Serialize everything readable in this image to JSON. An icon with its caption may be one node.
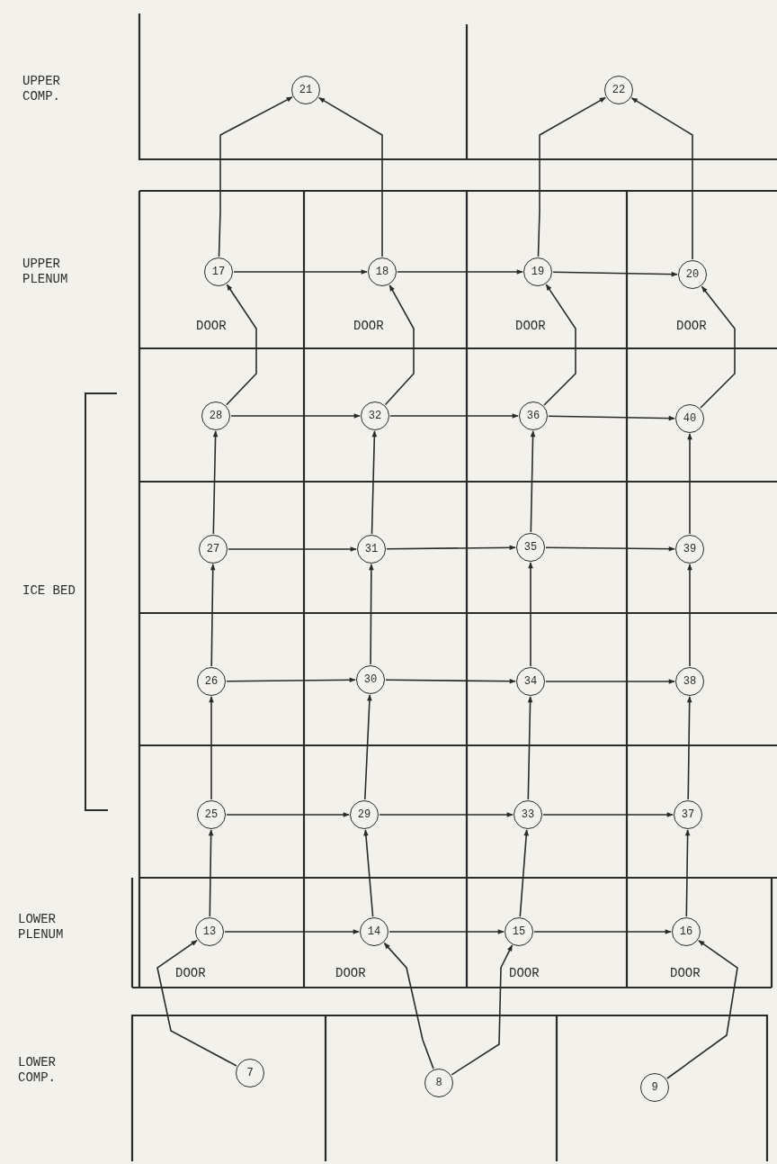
{
  "diagram": {
    "nodes": [
      {
        "text": [
          "21"
        ]
      },
      {
        "text": [
          "22"
        ]
      },
      {
        "text": [
          "17"
        ]
      },
      {
        "text": [
          "18"
        ]
      },
      {
        "text": [
          "19"
        ]
      },
      {
        "text": [
          "20"
        ]
      },
      {
        "text": [
          "28"
        ]
      },
      {
        "text": [
          "32"
        ]
      },
      {
        "text": [
          "36"
        ]
      },
      {
        "text": [
          "40"
        ]
      },
      {
        "text": [
          "27"
        ]
      },
      {
        "text": [
          "31"
        ]
      },
      {
        "text": [
          "35"
        ]
      },
      {
        "text": [
          "39"
        ]
      },
      {
        "text": [
          "26"
        ]
      },
      {
        "text": [
          "30"
        ]
      },
      {
        "text": [
          "34"
        ]
      },
      {
        "text": [
          "38"
        ]
      },
      {
        "text": [
          "25"
        ]
      },
      {
        "text": [
          "29"
        ]
      },
      {
        "text": [
          "33"
        ]
      },
      {
        "text": [
          "37"
        ]
      },
      {
        "text": [
          "13"
        ]
      },
      {
        "text": [
          "14"
        ]
      },
      {
        "text": [
          "15"
        ]
      },
      {
        "text": [
          "16"
        ]
      },
      {
        "text": [
          "7"
        ]
      },
      {
        "text": [
          "8"
        ]
      },
      {
        "text": [
          "9"
        ]
      }
    ],
    "edges": [
      {
        "from": 2,
        "to": 3,
        "arrow": "to"
      },
      {
        "from": 3,
        "to": 4,
        "arrow": "to"
      },
      {
        "from": 4,
        "to": 5,
        "arrow": "to"
      },
      {
        "from": 6,
        "to": 7,
        "arrow": "to"
      },
      {
        "from": 7,
        "to": 8,
        "arrow": "to"
      },
      {
        "from": 8,
        "to": 9,
        "arrow": "to"
      },
      {
        "from": 10,
        "to": 11,
        "arrow": "to"
      },
      {
        "from": 11,
        "to": 12,
        "arrow": "to"
      },
      {
        "from": 12,
        "to": 13,
        "arrow": "to"
      },
      {
        "from": 14,
        "to": 15,
        "arrow": "to"
      },
      {
        "from": 15,
        "to": 16,
        "arrow": "to"
      },
      {
        "from": 16,
        "to": 17,
        "arrow": "to"
      },
      {
        "from": 18,
        "to": 19,
        "arrow": "to"
      },
      {
        "from": 19,
        "to": 20,
        "arrow": "to"
      },
      {
        "from": 20,
        "to": 21,
        "arrow": "to"
      },
      {
        "from": 22,
        "to": 23,
        "arrow": "to"
      },
      {
        "from": 23,
        "to": 24,
        "arrow": "to"
      },
      {
        "from": 24,
        "to": 25,
        "arrow": "to"
      },
      {
        "from": 2,
        "to": 0,
        "arrow": "to"
      },
      {
        "from": 3,
        "to": 0,
        "arrow": "to"
      },
      {
        "from": 4,
        "to": 1,
        "arrow": "to"
      },
      {
        "from": 5,
        "to": 1,
        "arrow": "to"
      },
      {
        "from": 6,
        "to": 2,
        "arrow": "to"
      },
      {
        "from": 7,
        "to": 3,
        "arrow": "to"
      },
      {
        "from": 8,
        "to": 4,
        "arrow": "to"
      },
      {
        "from": 9,
        "to": 5,
        "arrow": "to"
      },
      {
        "from": 10,
        "to": 6,
        "arrow": "to"
      },
      {
        "from": 11,
        "to": 7,
        "arrow": "to"
      },
      {
        "from": 12,
        "to": 8,
        "arrow": "to"
      },
      {
        "from": 13,
        "to": 9,
        "arrow": "to"
      },
      {
        "from": 14,
        "to": 10,
        "arrow": "to"
      },
      {
        "from": 15,
        "to": 11,
        "arrow": "to"
      },
      {
        "from": 16,
        "to": 12,
        "arrow": "to"
      },
      {
        "from": 17,
        "to": 13,
        "arrow": "to"
      },
      {
        "from": 18,
        "to": 14,
        "arrow": "to"
      },
      {
        "from": 19,
        "to": 15,
        "arrow": "to"
      },
      {
        "from": 20,
        "to": 16,
        "arrow": "to"
      },
      {
        "from": 21,
        "to": 17,
        "arrow": "to"
      },
      {
        "from": 22,
        "to": 18,
        "arrow": "to"
      },
      {
        "from": 23,
        "to": 19,
        "arrow": "to"
      },
      {
        "from": 24,
        "to": 20,
        "arrow": "to"
      },
      {
        "from": 25,
        "to": 21,
        "arrow": "to"
      },
      {
        "from": 26,
        "to": 22,
        "arrow": "to"
      },
      {
        "from": 27,
        "to": 23,
        "arrow": "to"
      },
      {
        "from": 27,
        "to": 24,
        "arrow": "to"
      },
      {
        "from": 28,
        "to": 25,
        "arrow": "to"
      }
    ],
    "labels": [
      "UPPER COMP.",
      "UPPER PLENUM",
      "DOOR",
      "DOOR",
      "DOOR",
      "DOOR",
      "ICE BED",
      "LOWER PLENUM",
      "DOOR",
      "DOOR",
      "DOOR",
      "DOOR",
      "LOWER COMP."
    ]
  }
}
